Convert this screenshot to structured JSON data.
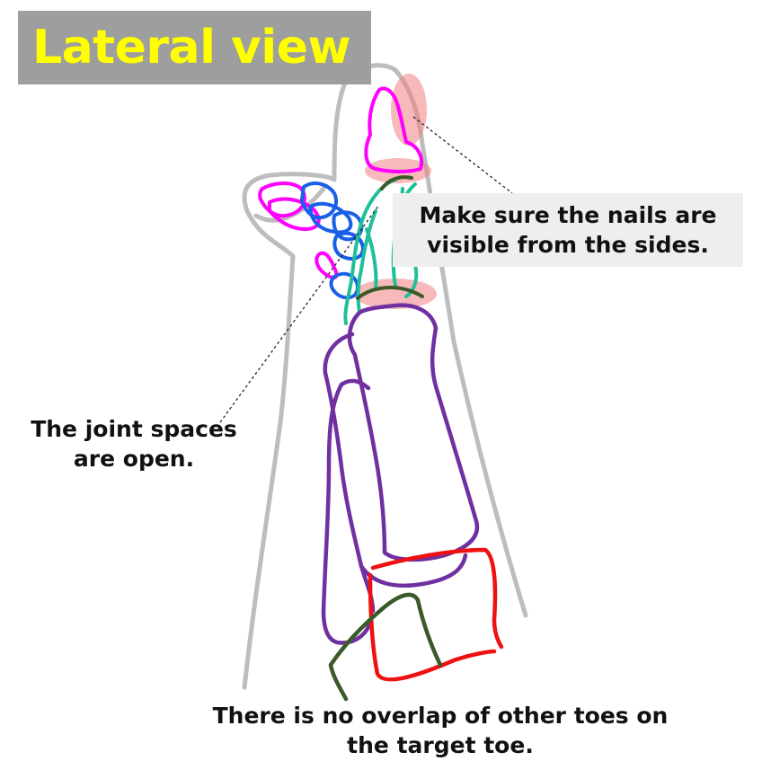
{
  "title": "Lateral view",
  "notes": {
    "nails_line1": "Make sure the nails are",
    "nails_line2": "visible from the sides.",
    "joints_line1": "The joint spaces",
    "joints_line2": "are open.",
    "overlap_line1": "There is no overlap of other toes on",
    "overlap_line2": "the target toe."
  },
  "colors": {
    "title_bg": "#9e9e9e",
    "title_text": "#ffff00",
    "skin_outline": "#bdbdbd",
    "distal_phalanx": "#ff00ff",
    "middle_phalanx_other_toes": "#1a5fe8",
    "proximal_phalanx": "#1fbf9a",
    "metatarsal": "#7030a0",
    "cuneiform": "#ee1111",
    "adjacent_bone": "#3a5a2a",
    "highlight": "#f08080",
    "note_bg": "#eeeeee"
  }
}
